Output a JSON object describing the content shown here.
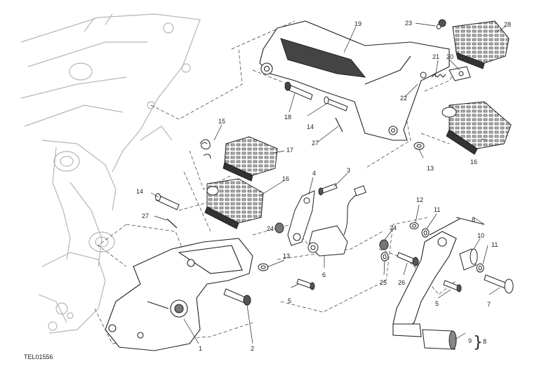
{
  "diagram": {
    "drawing_code": "TEL01556",
    "callouts": [
      {
        "id": "c1",
        "label": "1"
      },
      {
        "id": "c2",
        "label": "2"
      },
      {
        "id": "c3",
        "label": "3"
      },
      {
        "id": "c4",
        "label": "4"
      },
      {
        "id": "c5a",
        "label": "5"
      },
      {
        "id": "c5b",
        "label": "5"
      },
      {
        "id": "c6",
        "label": "6"
      },
      {
        "id": "c7",
        "label": "7"
      },
      {
        "id": "c8a",
        "label": "8"
      },
      {
        "id": "c8b",
        "label": "8"
      },
      {
        "id": "c9",
        "label": "9"
      },
      {
        "id": "c10",
        "label": "10"
      },
      {
        "id": "c11a",
        "label": "11"
      },
      {
        "id": "c11b",
        "label": "11"
      },
      {
        "id": "c12",
        "label": "12"
      },
      {
        "id": "c13a",
        "label": "13"
      },
      {
        "id": "c13b",
        "label": "13"
      },
      {
        "id": "c14a",
        "label": "14"
      },
      {
        "id": "c14b",
        "label": "14"
      },
      {
        "id": "c15",
        "label": "15"
      },
      {
        "id": "c16a",
        "label": "16"
      },
      {
        "id": "c16b",
        "label": "16"
      },
      {
        "id": "c17",
        "label": "17"
      },
      {
        "id": "c18",
        "label": "18"
      },
      {
        "id": "c19",
        "label": "19"
      },
      {
        "id": "c20",
        "label": "20"
      },
      {
        "id": "c21",
        "label": "21"
      },
      {
        "id": "c22",
        "label": "22"
      },
      {
        "id": "c23",
        "label": "23"
      },
      {
        "id": "c24a",
        "label": "24"
      },
      {
        "id": "c24b",
        "label": "24"
      },
      {
        "id": "c25",
        "label": "25"
      },
      {
        "id": "c26",
        "label": "26"
      },
      {
        "id": "c27a",
        "label": "27"
      },
      {
        "id": "c27b",
        "label": "27"
      },
      {
        "id": "c28",
        "label": "28"
      }
    ]
  }
}
